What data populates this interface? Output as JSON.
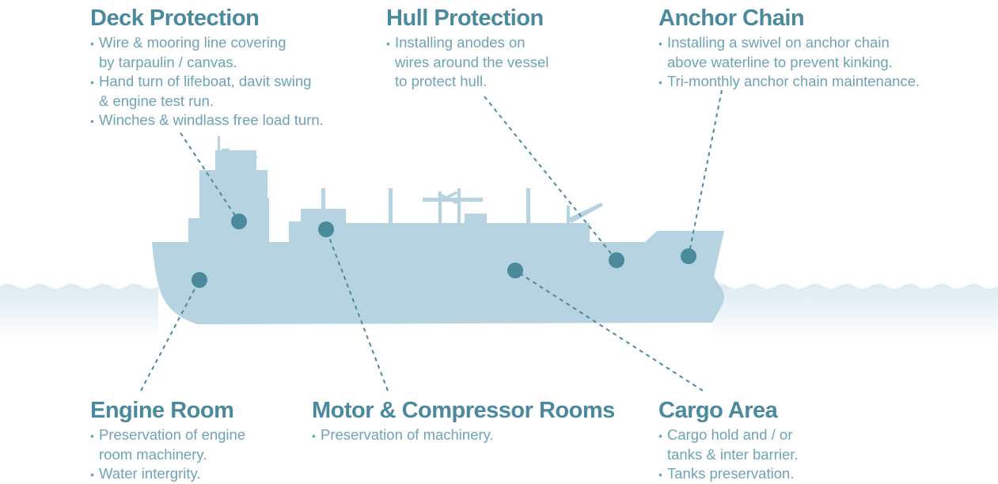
{
  "colors": {
    "heading": "#4b8a9d",
    "body_text": "#6fa3b5",
    "ship": "#b5d3e1",
    "water": "#e3eff4",
    "marker": "#4b8a9d",
    "leader_line": "#4b8a9d"
  },
  "sections": [
    {
      "id": "deck-protection",
      "title": "Deck Protection",
      "items": [
        [
          "Wire & mooring line covering",
          "by tarpaulin / canvas."
        ],
        [
          "Hand turn of lifeboat, davit swing",
          "& engine test run."
        ],
        [
          "Winches & windlass free load turn."
        ]
      ]
    },
    {
      "id": "hull-protection",
      "title": "Hull Protection",
      "items": [
        [
          "Installing anodes on",
          "wires around the vessel",
          "to protect hull."
        ]
      ]
    },
    {
      "id": "anchor-chain",
      "title": "Anchor Chain",
      "items": [
        [
          "Installing a swivel on anchor chain",
          "above waterline to prevent kinking."
        ],
        [
          "Tri-monthly anchor chain maintenance."
        ]
      ]
    },
    {
      "id": "engine-room",
      "title": "Engine Room",
      "items": [
        [
          "Preservation of engine",
          "room machinery."
        ],
        [
          "Water intergrity."
        ]
      ]
    },
    {
      "id": "motor-compressor-rooms",
      "title": "Motor & Compressor Rooms",
      "items": [
        [
          "Preservation of machinery."
        ]
      ]
    },
    {
      "id": "cargo-area",
      "title": "Cargo Area",
      "items": [
        [
          "Cargo hold and / or",
          "tanks & inter barrier."
        ],
        [
          "Tanks preservation."
        ]
      ]
    }
  ]
}
